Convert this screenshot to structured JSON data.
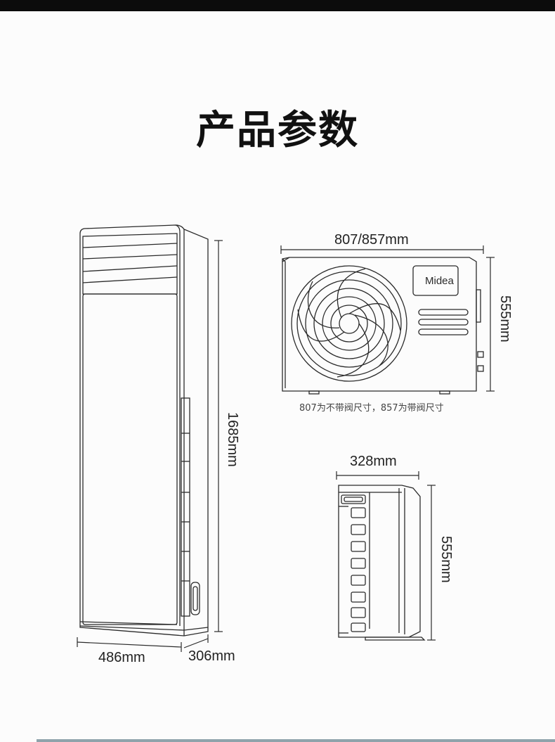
{
  "title": "产品参数",
  "indoor_unit": {
    "height_label": "1685mm",
    "width_label": "486mm",
    "depth_label": "306mm"
  },
  "outdoor_unit": {
    "width_label": "807/857mm",
    "height_label": "555mm",
    "brand": "Midea",
    "note": "807为不带阀尺寸，857为带阀尺寸"
  },
  "outdoor_side": {
    "depth_label": "328mm",
    "height_label": "555mm"
  }
}
